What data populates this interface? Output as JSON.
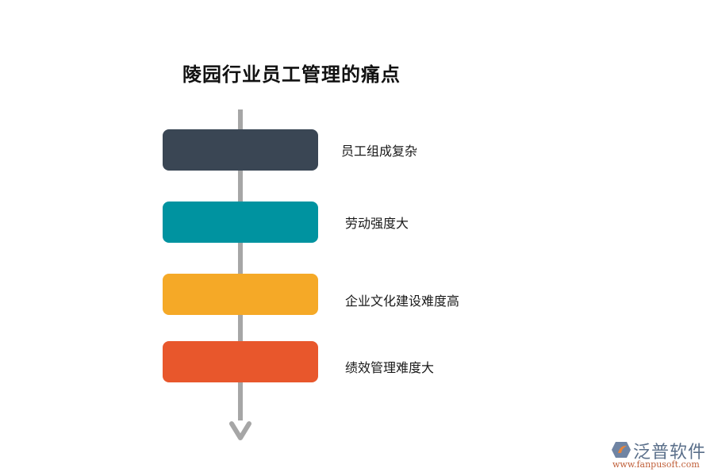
{
  "title": "陵园行业员工管理的痛点",
  "items": [
    {
      "label": "员工组成复杂",
      "color": "#3a4654"
    },
    {
      "label": "劳动强度大",
      "color": "#0093a0"
    },
    {
      "label": "企业文化建设难度高",
      "color": "#f5a927"
    },
    {
      "label": "绩效管理难度大",
      "color": "#e8572c"
    }
  ],
  "axis": {
    "color": "#a6a6a6",
    "direction": "down"
  },
  "watermark": {
    "brand": "泛普软件",
    "url": "www.fanpusoft.com"
  }
}
